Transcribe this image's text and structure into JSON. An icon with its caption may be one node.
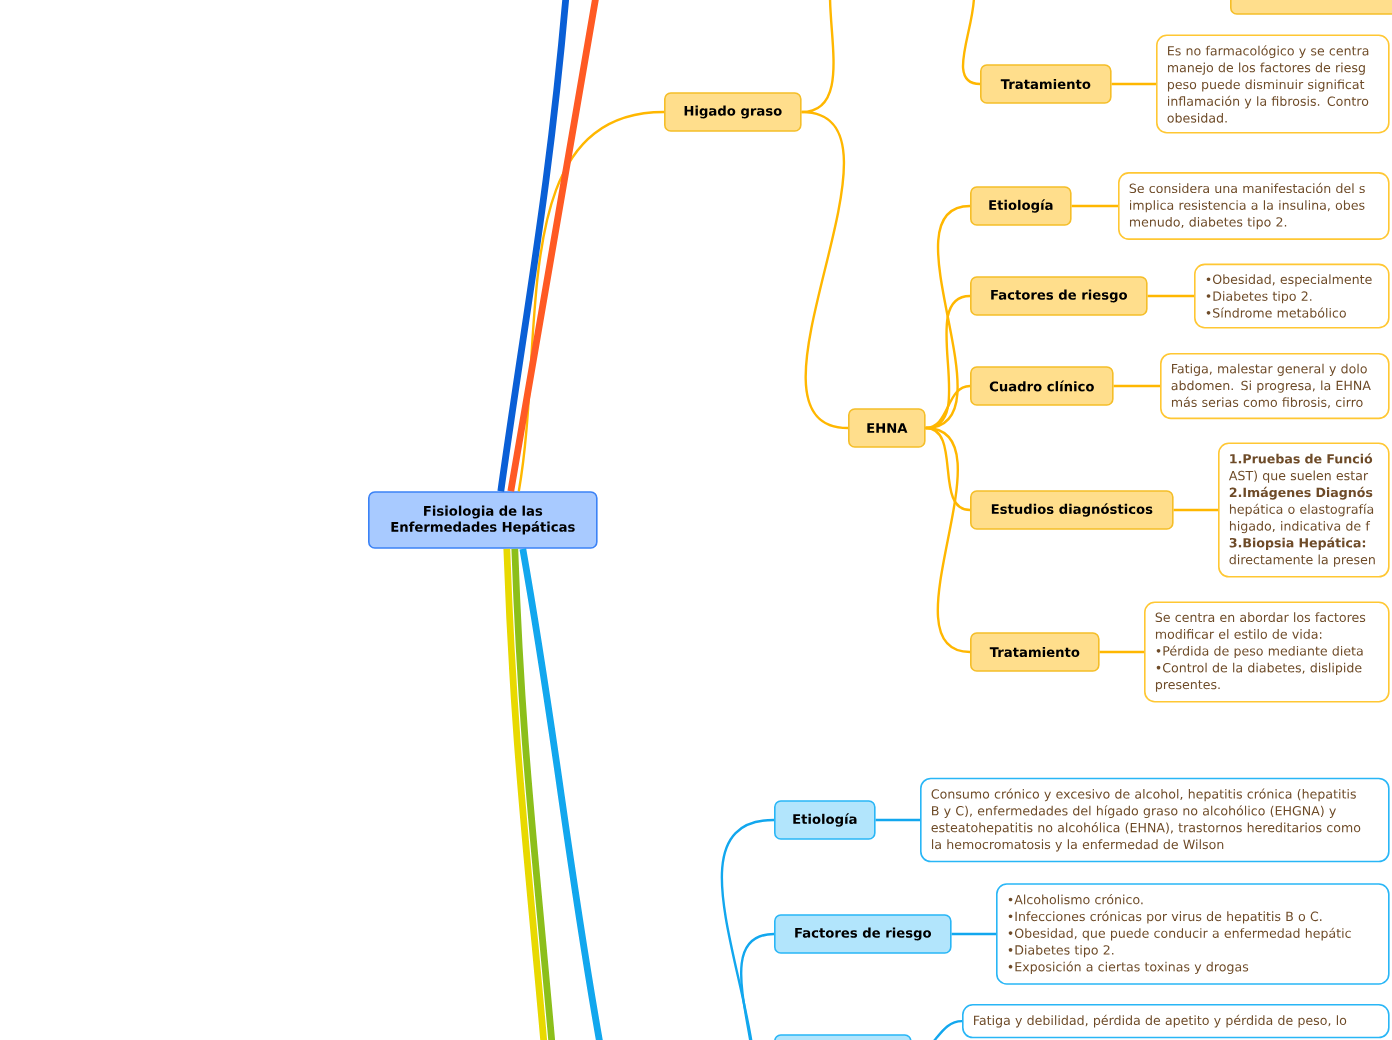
{
  "diagram": {
    "nodes": [
      {
        "text": [
          "Fisiologia de las Enfermedades Hepáticas"
        ]
      },
      {
        "text": [
          "Higado graso"
        ]
      },
      {
        "text": [],
        "shape": "box"
      },
      {
        "text": [
          "Tratamiento"
        ]
      },
      {
        "text": [
          "Es no farmacológico y se centra manejo de los factores de riesg peso puede disminuir significat inflamación y la fibrosis. Contro obesidad."
        ]
      },
      {
        "text": [
          "EHNA"
        ]
      },
      {
        "text": [
          "Etiología"
        ]
      },
      {
        "text": [
          "Se considera una manifestación del s implica resistencia a la insulina, obes menudo, diabetes tipo 2."
        ]
      },
      {
        "text": [
          "Factores de riesgo"
        ]
      },
      {
        "text": [
          "•Obesidad, especialmente",
          "•Diabetes tipo 2.",
          "•Síndrome metabólico"
        ]
      },
      {
        "text": [
          "Cuadro clínico"
        ]
      },
      {
        "text": [
          "Fatiga, malestar general y dolo abdomen. Si progresa, la EHNA más serias como fibrosis, cirro"
        ]
      },
      {
        "text": [
          "Estudios diagnósticos"
        ]
      },
      {
        "text": [
          "**1.Pruebas de Funció** AST) que suelen estar",
          "**2.Imágenes Diagnós** hepática o elastografía higado, indicativa de f",
          "**3.Biopsia Hepática:** directamente la presen"
        ]
      },
      {
        "text": [
          "Tratamiento"
        ]
      },
      {
        "text": [
          "Se centra en abordar los factores modificar el estilo de vida:",
          "•Pérdida de peso mediante dieta",
          "•Control de la diabetes, dislipide presentes."
        ]
      },
      {
        "text": [
          "Etiología"
        ]
      },
      {
        "text": [
          "Consumo crónico y excesivo de alcohol, hepatitis crónica (hepatitis B y C), enfermedades del hígado graso no alcohólico (EHGNA) y esteatohepatitis no alcohólica (EHNA), trastornos hereditarios como la hemocromatosis y la enfermedad de Wilson"
        ]
      },
      {
        "text": [
          "Factores de riesgo"
        ]
      },
      {
        "text": [
          "•Alcoholismo crónico.",
          "•Infecciones crónicas por virus de hepatitis B o C.",
          "•Obesidad, que puede conducir a enfermedad hepátic",
          "•Diabetes tipo 2.",
          "•Exposición a ciertas toxinas y drogas"
        ]
      },
      {
        "text": [],
        "shape": "box"
      },
      {
        "text": [
          "Fatiga y debilidad, pérdida de apetito y pérdida de peso, lo"
        ]
      }
    ],
    "edges": [
      {
        "from": 0,
        "to": 1,
        "arrow": "none"
      },
      {
        "from": 0,
        "to": null,
        "arrow": "none",
        "style": "thick",
        "color": "#0a5fd6"
      },
      {
        "from": 0,
        "to": null,
        "arrow": "none",
        "style": "thick",
        "color": "#ff5a24"
      },
      {
        "from": 0,
        "to": null,
        "arrow": "none",
        "style": "thick",
        "color": "#e8d900"
      },
      {
        "from": 0,
        "to": null,
        "arrow": "none",
        "style": "thick",
        "color": "#8cbf1a"
      },
      {
        "from": 0,
        "to": null,
        "arrow": "none",
        "style": "thick",
        "color": "#12a7ee"
      },
      {
        "from": 1,
        "to": null,
        "arrow": "none"
      },
      {
        "from": null,
        "to": 3,
        "arrow": "none"
      },
      {
        "from": 3,
        "to": 4,
        "arrow": "none"
      },
      {
        "from": 1,
        "to": 5,
        "arrow": "none"
      },
      {
        "from": 5,
        "to": 6,
        "arrow": "none"
      },
      {
        "from": 6,
        "to": 7,
        "arrow": "none"
      },
      {
        "from": 5,
        "to": 8,
        "arrow": "none"
      },
      {
        "from": 8,
        "to": 9,
        "arrow": "none"
      },
      {
        "from": 5,
        "to": 10,
        "arrow": "none"
      },
      {
        "from": 10,
        "to": 11,
        "arrow": "none"
      },
      {
        "from": 5,
        "to": 12,
        "arrow": "none"
      },
      {
        "from": 12,
        "to": 13,
        "arrow": "none"
      },
      {
        "from": 5,
        "to": 14,
        "arrow": "none"
      },
      {
        "from": 14,
        "to": 15,
        "arrow": "none"
      },
      {
        "from": null,
        "to": 16,
        "arrow": "none",
        "color": "#12a7ee"
      },
      {
        "from": 16,
        "to": 17,
        "arrow": "none",
        "color": "#12a7ee"
      },
      {
        "from": null,
        "to": 18,
        "arrow": "none",
        "color": "#12a7ee"
      },
      {
        "from": 18,
        "to": 19,
        "arrow": "none",
        "color": "#12a7ee"
      },
      {
        "from": 20,
        "to": 21,
        "arrow": "none",
        "color": "#12a7ee"
      }
    ]
  }
}
